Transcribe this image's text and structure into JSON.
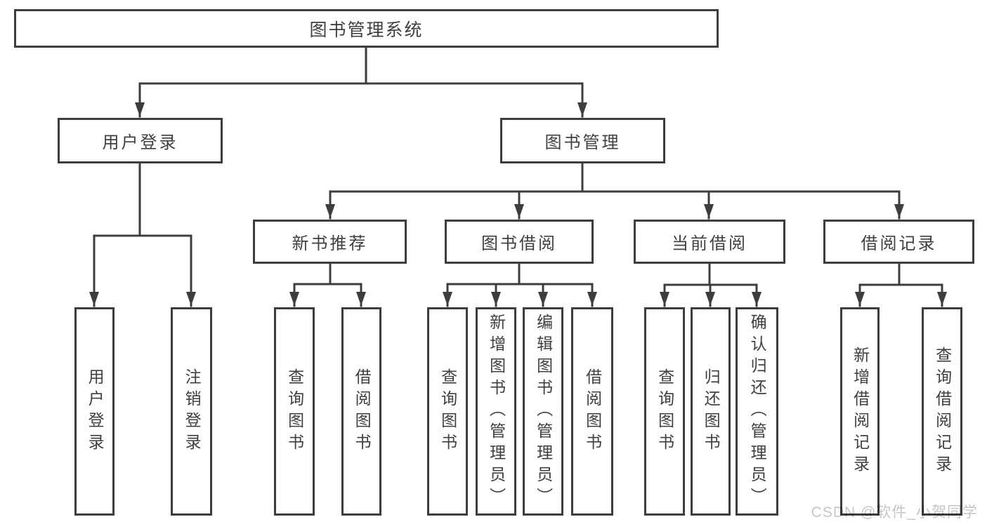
{
  "tree": {
    "root": {
      "label": "图书管理系统"
    },
    "branches": [
      {
        "label": "用户登录",
        "leaves": [
          "用户登录",
          "注销登录"
        ]
      },
      {
        "label": "图书管理",
        "sections": [
          {
            "label": "新书推荐",
            "leaves": [
              "查询图书",
              "借阅图书"
            ]
          },
          {
            "label": "图书借阅",
            "leaves": [
              "查询图书",
              "新增图书（管理员）",
              "编辑图书（管理员）",
              "借阅图书"
            ]
          },
          {
            "label": "当前借阅",
            "leaves": [
              "查询图书",
              "归还图书",
              "确认归还（管理员）"
            ]
          },
          {
            "label": "借阅记录",
            "leaves": [
              "新增借阅记录",
              "查询借阅记录"
            ]
          }
        ]
      }
    ]
  },
  "watermark": {
    "text": "CSDN @软件_小贺同学"
  },
  "colors": {
    "line": "#3d3d3d",
    "text": "#3f3f3f",
    "wm": "#c6c6c6",
    "fill": "#ffffff"
  }
}
